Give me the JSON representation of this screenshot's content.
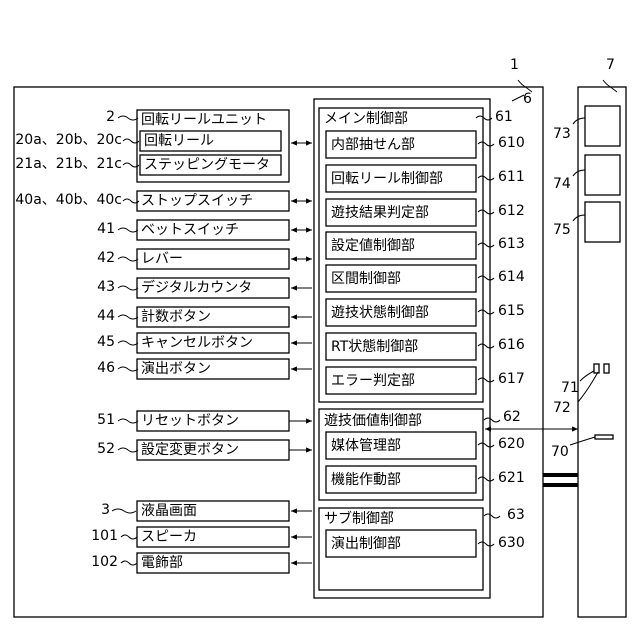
{
  "ref": {
    "main_unit": "1",
    "side_unit": "7",
    "main_ctrl": "6",
    "reel_unit": "2",
    "reels": "20a、20b、20c",
    "motors": "21a、21b、21c",
    "stop_sw": "40a、40b、40c",
    "bet_sw": "41",
    "lever": "42",
    "digital": "43",
    "count_btn": "44",
    "cancel_btn": "45",
    "effect_btn": "46",
    "reset_btn": "51",
    "setting_btn": "52",
    "lcd": "3",
    "speaker": "101",
    "lamp": "102",
    "main_label": "61",
    "sub_610": "610",
    "sub_611": "611",
    "sub_612": "612",
    "sub_613": "613",
    "sub_614": "614",
    "sub_615": "615",
    "sub_616": "616",
    "sub_617": "617",
    "game_value": "62",
    "sub_620": "620",
    "sub_621": "621",
    "sub_ctrl": "63",
    "sub_630": "630",
    "s73": "73",
    "s74": "74",
    "s75": "75",
    "s71": "71",
    "s72": "72",
    "s70": "70"
  },
  "left": {
    "reel_unit": "回転リールユニット",
    "reel": "回転リール",
    "motor": "ステッピングモータ",
    "stop_switch": "ストップスイッチ",
    "bet_switch": "ベットスイッチ",
    "lever": "レバー",
    "digital_counter": "デジタルカウンタ",
    "count_button": "計数ボタン",
    "cancel_button": "キャンセルボタン",
    "effect_button": "演出ボタン",
    "reset_button": "リセットボタン",
    "setting_button": "設定変更ボタン",
    "lcd": "液晶画面",
    "speaker": "スピーカ",
    "lamp": "電飾部"
  },
  "main": {
    "title": "メイン制御部",
    "internal_lottery": "内部抽せん部",
    "reel_control": "回転リール制御部",
    "result_judge": "遊技結果判定部",
    "setting_value": "設定値制御部",
    "section_control": "区間制御部",
    "state_control": "遊技状態制御部",
    "rt_control": "RT状態制御部",
    "error_judge": "エラー判定部"
  },
  "value": {
    "title": "遊技価値制御部",
    "media": "媒体管理部",
    "function": "機能作動部"
  },
  "sub": {
    "title": "サブ制御部",
    "effect": "演出制御部"
  }
}
